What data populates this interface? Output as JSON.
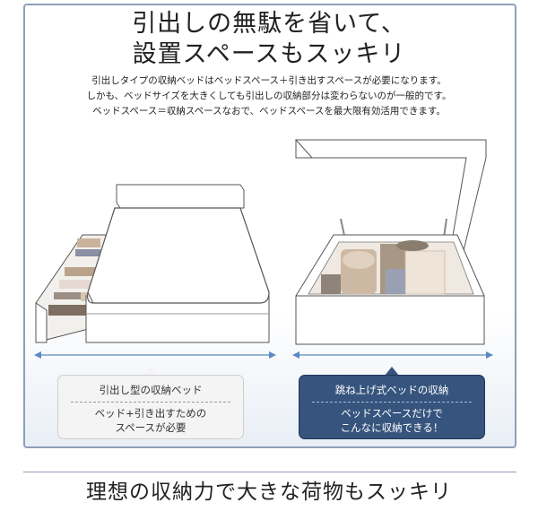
{
  "headline": {
    "line1": "引出しの無駄を省いて、",
    "line2": "設置スペースもスッキリ"
  },
  "description": {
    "line1": "引出しタイプの収納ベッドはベッドスペース＋引き出すスペースが必要になります。",
    "line2": "しかも、ベッドサイズを大きくしても引出しの収納部分は変わらないのが一般的です。",
    "line3": "ベッドスペース＝収納スペースなおで、ベッドスペースを最大限有効活用できます。"
  },
  "left_callout": {
    "title": "引出し型の収納ベッド",
    "body1": "ベッド+引き出すための",
    "body2": "スペースが必要"
  },
  "right_callout": {
    "title": "跳ね上げ式ベッドの収納",
    "body1": "ベッドスペースだけで",
    "body2": "こんなに収納できる！"
  },
  "footer": {
    "text": "理想の収納力で大きな荷物もスッキリ"
  },
  "colors": {
    "panel_border": "#8e9fb8",
    "accent_navy": "#36547d",
    "dimension_arrow": "#5b87c2"
  },
  "icons": [
    "drawer-bed-illustration",
    "lift-up-bed-illustration",
    "dimension-arrow"
  ]
}
